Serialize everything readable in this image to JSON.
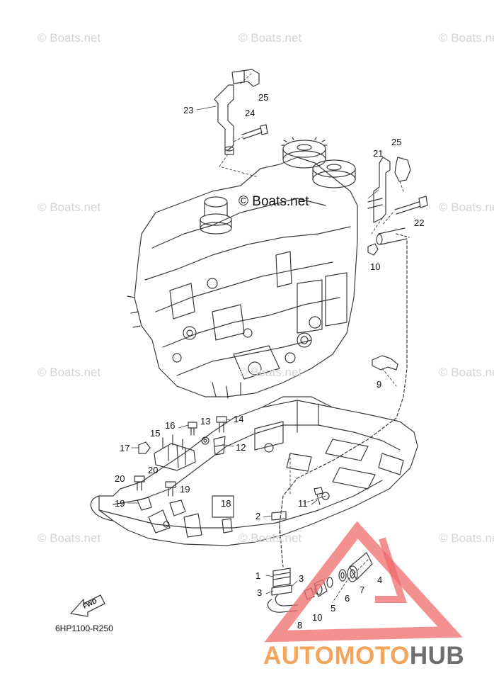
{
  "watermark": "© Boats.net",
  "center_watermark": "© Boats.net",
  "part_number": "6HP1100-R250",
  "fwd_label": "FWD",
  "brand": {
    "part1": "AUTOMOTO",
    "part2": "HUB"
  },
  "colors": {
    "line": "#3a3a3a",
    "watermark": "#d4d4d4",
    "brand_orange": "#f3a55c",
    "brand_grey": "#6e6e6e",
    "logo_red": "#ef6b6b"
  },
  "callouts": [
    "1",
    "2",
    "3",
    "3",
    "4",
    "5",
    "6",
    "7",
    "8",
    "9",
    "10",
    "10",
    "11",
    "12",
    "13",
    "14",
    "15",
    "16",
    "17",
    "18",
    "19",
    "19",
    "20",
    "20",
    "21",
    "22",
    "23",
    "24",
    "25",
    "25"
  ]
}
